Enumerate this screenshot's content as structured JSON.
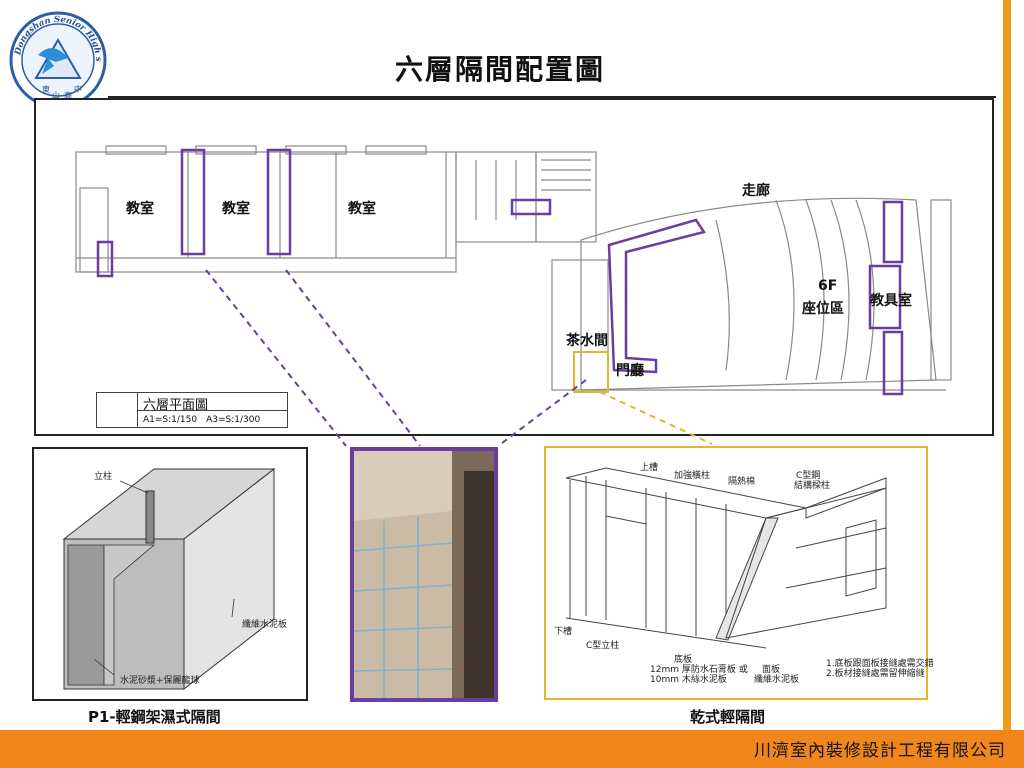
{
  "page": {
    "title": "六層隔間配置圖",
    "company": "川濟室內裝修設計工程有限公司"
  },
  "logo": {
    "arc_text": "Dongshan Senior High school",
    "chars": [
      "東",
      "山",
      "高",
      "中"
    ]
  },
  "plan": {
    "rooms": {
      "classroom1": "教室",
      "classroom2": "教室",
      "classroom3": "教室",
      "corridor": "走廊",
      "floor": "6F",
      "seating": "座位區",
      "staff_room": "教具室",
      "tea_room": "茶水間",
      "lobby": "門廳"
    },
    "scale": {
      "title": "六層平面圖",
      "ratio": "A1=S:1/150　A3=S:1/300"
    }
  },
  "details": {
    "left": {
      "caption": "P1-輕鋼架濕式隔間",
      "labels": {
        "stud": "立柱",
        "board": "纖維水泥板",
        "mortar": "水泥砂漿+保麗龍球"
      }
    },
    "right": {
      "caption": "乾式輕隔間",
      "labels": {
        "top_track": "上槽",
        "stiffener": "加強橫柱",
        "insulation": "隔熱棉",
        "c_steel": "C型鋼",
        "c_steel2": "結構樑柱",
        "bottom_track": "下槽",
        "c_stud": "C型立柱",
        "base_board": "底板",
        "base_spec1": "12mm 厚防水石膏板 或",
        "base_spec2": "10mm 木絲水泥板",
        "face_board": "面板",
        "face_spec": "纖維水泥板",
        "note1": "1.底板跟面板接縫處需交錯",
        "note2": "2.板材接縫處需留伸縮縫"
      }
    }
  },
  "colors": {
    "accent_orange": "#f0861c",
    "highlight_purple": "#6a3ea0",
    "highlight_yellow": "#e8b52a"
  }
}
